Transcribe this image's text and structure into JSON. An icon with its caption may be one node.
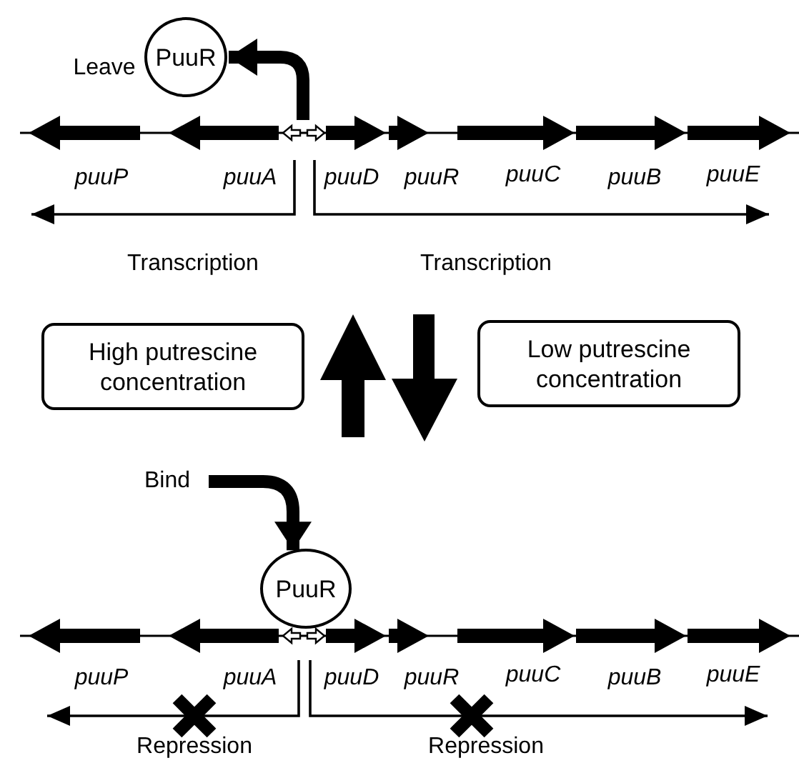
{
  "diagram": {
    "nodes": [
      {
        "text": [
          "PuuR"
        ],
        "beside": [
          "Leave"
        ]
      },
      {
        "text": [
          "High putrescine concentration"
        ]
      },
      {
        "text": [
          "Low putrescine concentration"
        ]
      },
      {
        "text": [
          "PuuR"
        ]
      }
    ],
    "edges": [
      {
        "from": null,
        "to": 0,
        "arrow": "to"
      },
      {
        "from": null,
        "to": 3,
        "arrow": "to"
      }
    ],
    "labels": [
      "puuP",
      "puuA",
      "puuD",
      "puuR",
      "puuC",
      "puuB",
      "puuE",
      "Transcription",
      "Transcription",
      "Bind",
      "puuP",
      "puuA",
      "puuD",
      "puuR",
      "puuC",
      "puuB",
      "puuE",
      "Repression",
      "Repression"
    ]
  }
}
